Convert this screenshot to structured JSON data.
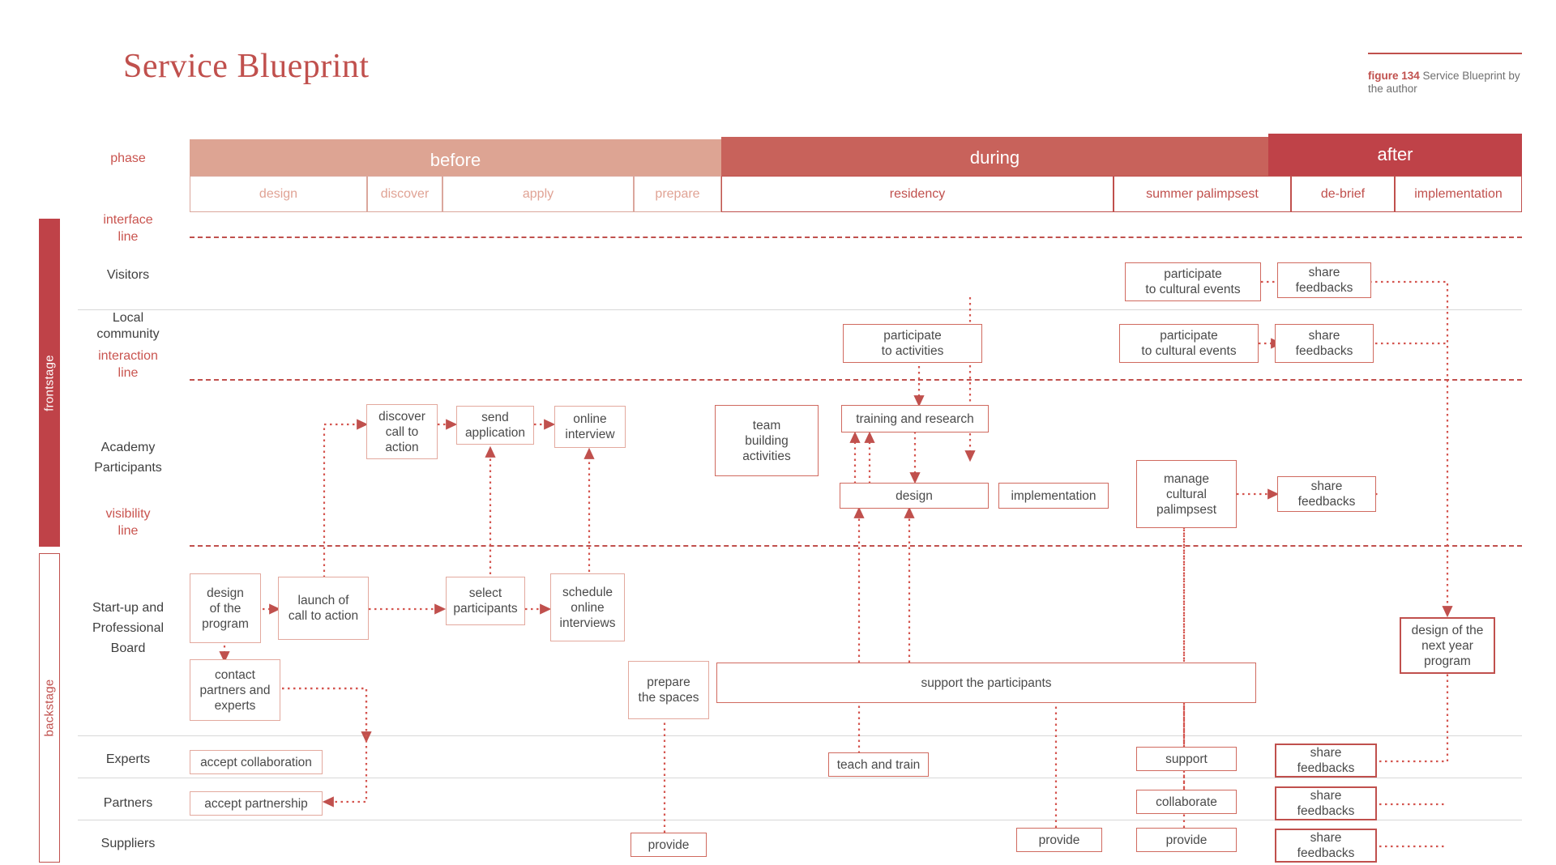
{
  "header": {
    "title": "Service Blueprint",
    "figure_number": "figure 134",
    "figure_caption": " Service Blueprint by the author"
  },
  "colors": {
    "brand_red": "#c0504d",
    "phase_before": "#dda493",
    "phase_during": "#c8625b",
    "phase_after": "#bf4248",
    "stage_frontstage_bg": "#bf4248",
    "box_border_light": "#e3a99e",
    "box_border_dark": "#c0504d",
    "text_dark": "#3f3f3f"
  },
  "axis_labels": {
    "phase": "phase",
    "interface_line": "interface\nline",
    "interaction_line": "interaction\nline",
    "visibility_line": "visibility\nline"
  },
  "stages": [
    {
      "name": "frontstage",
      "label": "frontstage"
    },
    {
      "name": "backstage",
      "label": "backstage"
    }
  ],
  "phases": [
    {
      "label": "before",
      "color": "#dda493"
    },
    {
      "label": "during",
      "color": "#c8625b"
    },
    {
      "label": "after",
      "color": "#bf4248"
    }
  ],
  "subphases": [
    {
      "label": "design",
      "phase": "before"
    },
    {
      "label": "discover",
      "phase": "before"
    },
    {
      "label": "apply",
      "phase": "before"
    },
    {
      "label": "prepare",
      "phase": "before"
    },
    {
      "label": "residency",
      "phase": "during"
    },
    {
      "label": "summer palimpsest",
      "phase": "during"
    },
    {
      "label": "de-brief",
      "phase": "after"
    },
    {
      "label": "implementation",
      "phase": "after"
    }
  ],
  "lanes": [
    {
      "key": "visitors",
      "label": "Visitors"
    },
    {
      "key": "local",
      "label": "Local\ncommunity"
    },
    {
      "key": "academy",
      "label": "Academy\nParticipants"
    },
    {
      "key": "board",
      "label": "Start-up and\nProfessional\nBoard"
    },
    {
      "key": "experts",
      "label": "Experts"
    },
    {
      "key": "partners",
      "label": "Partners"
    },
    {
      "key": "suppliers",
      "label": "Suppliers"
    }
  ],
  "lane_labels": {
    "visitors": "Visitors",
    "local_l1": "Local",
    "local_l2": "community",
    "academy_l1": "Academy",
    "academy_l2": "Participants",
    "board_l1": "Start-up and",
    "board_l2": "Professional",
    "board_l3": "Board",
    "experts": "Experts",
    "partners": "Partners",
    "suppliers": "Suppliers"
  },
  "line_labels": {
    "interface_1": "interface",
    "interface_2": "line",
    "interaction_1": "interaction",
    "interaction_2": "line",
    "visibility_1": "visibility",
    "visibility_2": "line"
  },
  "boxes": {
    "visitors_participate": "participate\nto cultural events",
    "visitors_feedback": "share\nfeedbacks",
    "local_participate_act": "participate\nto activities",
    "local_participate_cul": "participate\nto cultural events",
    "local_feedback": "share\nfeedbacks",
    "acad_discover": "discover\ncall to\naction",
    "acad_send": "send\napplication",
    "acad_online": "online\ninterview",
    "acad_team": "team\nbuilding\nactivities",
    "acad_training": "training and research",
    "acad_design": "design",
    "acad_implementation": "implementation",
    "acad_manage": "manage\ncultural\npalimpsest",
    "acad_feedback": "share\nfeedbacks",
    "board_designprog": "design\nof the\nprogram",
    "board_launch": "launch of\ncall to action",
    "board_select": "select\nparticipants",
    "board_schedule": "schedule\nonline\ninterviews",
    "board_contact": "contact\npartners and\nexperts",
    "board_prepare": "prepare\nthe spaces",
    "board_support": "support the participants",
    "board_nextyear": "design of the\nnext year\nprogram",
    "exp_accept": "accept collaboration",
    "exp_teach": "teach and train",
    "exp_support": "support",
    "exp_feedback": "share\nfeedbacks",
    "par_accept": "accept partnership",
    "par_collaborate": "collaborate",
    "par_feedback": "share\nfeedbacks",
    "sup_provide1": "provide",
    "sup_provide2": "provide",
    "sup_provide3": "provide",
    "sup_feedback": "share\nfeedbacks"
  }
}
